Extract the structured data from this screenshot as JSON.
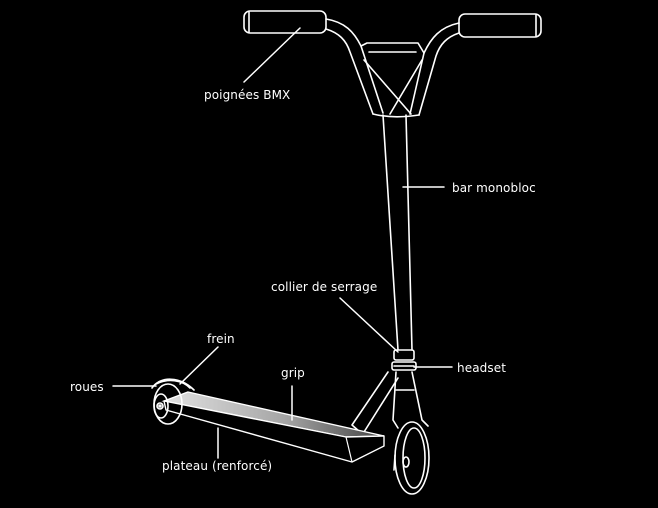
{
  "colors": {
    "background": "#000000",
    "line": "#ffffff",
    "deck_light": "#d8d8d8",
    "deck_dark": "#4a4a4a"
  },
  "labels": {
    "grips": "poignées BMX",
    "bar": "bar monobloc",
    "clamp": "collier de serrage",
    "headset": "headset",
    "brake": "frein",
    "wheels": "roues",
    "grip_tape": "grip",
    "deck": "plateau (renforcé)"
  }
}
